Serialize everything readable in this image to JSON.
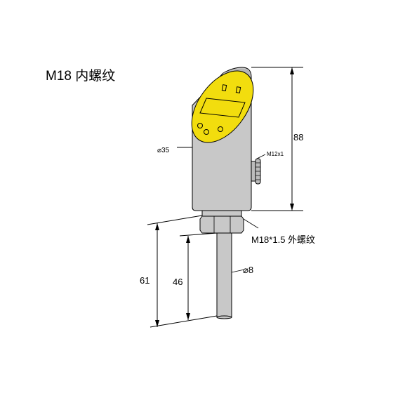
{
  "title": "M18 内螺纹",
  "dimensions": {
    "height_top": "88",
    "diameter_body": "⌀35",
    "connector": "M12x1",
    "thread": "M18*1.5 外螺纹",
    "diameter_probe": "⌀8",
    "length_total": "61",
    "length_probe": "46"
  },
  "colors": {
    "body": "#c8c8c8",
    "display_face": "#f2dd0e",
    "outline": "#000000"
  }
}
